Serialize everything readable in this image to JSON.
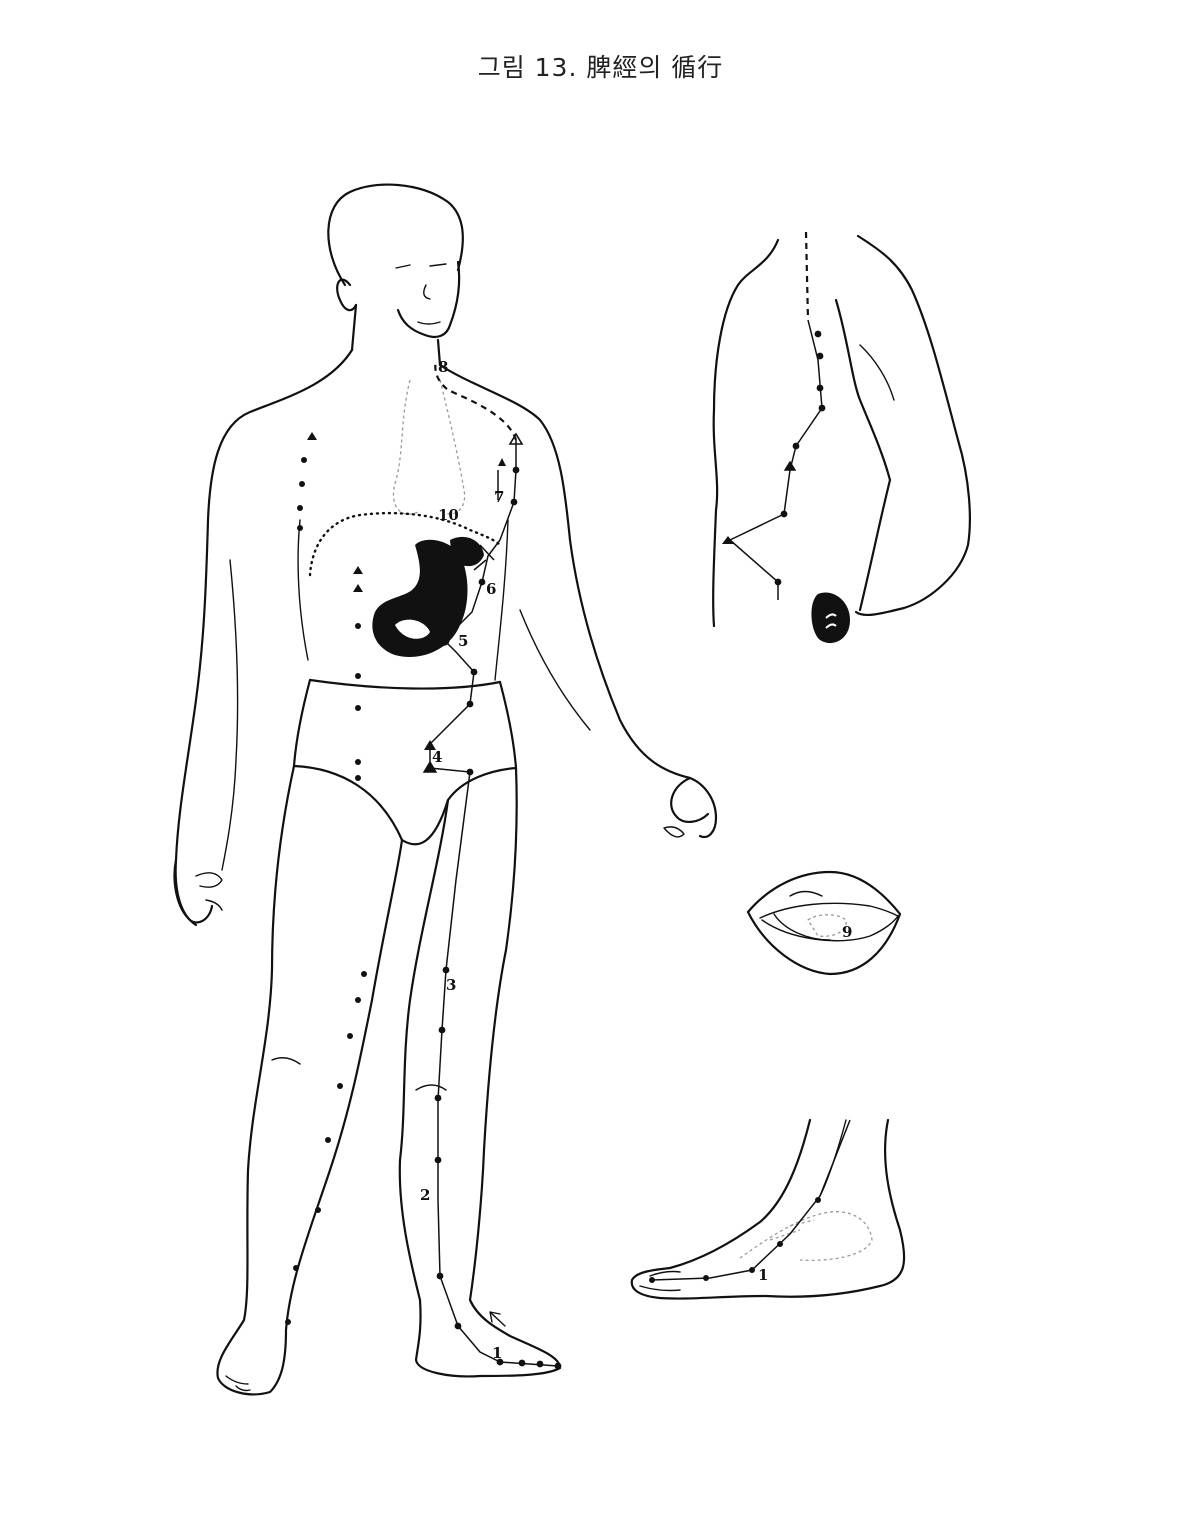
{
  "title": "그림 13. 脾經의 循行",
  "labels": [
    "1",
    "2",
    "3",
    "4",
    "5",
    "6",
    "7",
    "8",
    "9",
    "10",
    "1"
  ]
}
